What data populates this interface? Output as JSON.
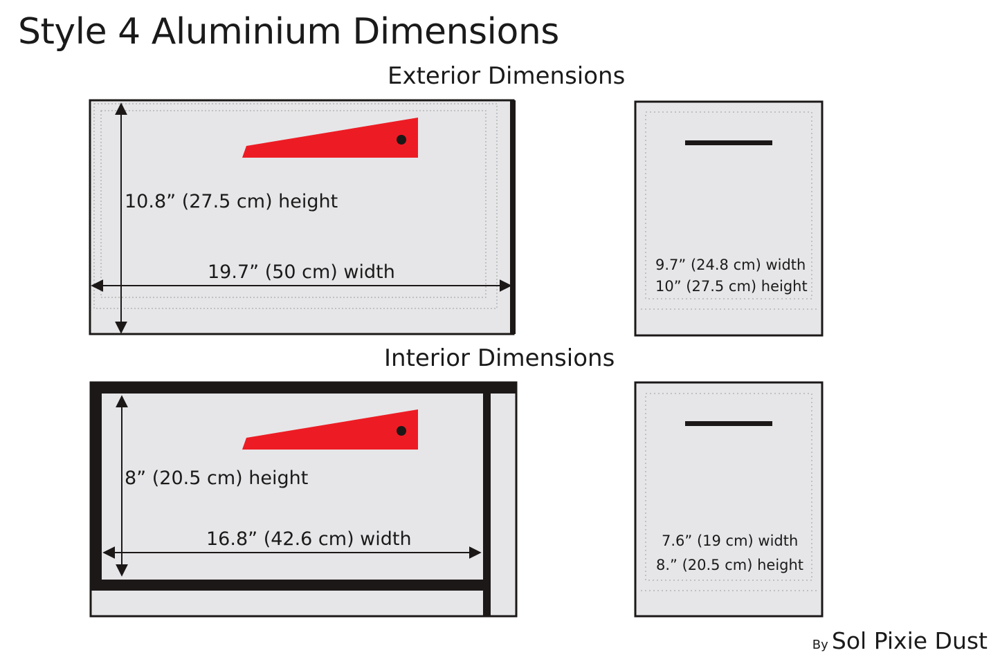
{
  "title": "Style 4  Aluminium Dimensions",
  "exterior": {
    "title": "Exterior Dimensions",
    "height_label": "10.8” (27.5 cm) height",
    "width_label": "19.7” (50 cm) width",
    "side_width_label": "9.7” (24.8 cm) width",
    "side_height_label": "10” (27.5 cm) height"
  },
  "interior": {
    "title": "Interior Dimensions",
    "height_label": "8” (20.5 cm) height",
    "width_label": "16.8” (42.6 cm) width",
    "side_width_label": "7.6” (19 cm) width",
    "side_height_label": "8.” (20.5 cm) height"
  },
  "credit": {
    "by": "By",
    "brand": "Sol Pixie Dust"
  },
  "colors": {
    "panel": "#e6e6e8",
    "frame": "#1c1818",
    "flag": "#ed1c24"
  }
}
